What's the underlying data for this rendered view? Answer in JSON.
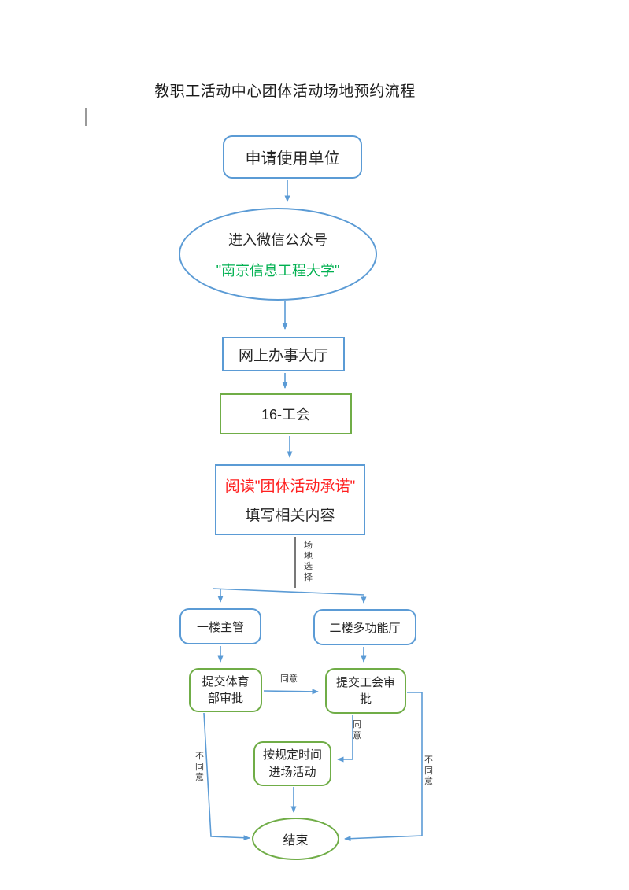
{
  "title": "教职工活动中心团体活动场地预约流程",
  "colors": {
    "blue": "#5B9BD5",
    "green": "#70AD47",
    "red_text": "#FF2020",
    "green_text": "#00B050",
    "dark_line": "#3F3F3F",
    "text": "#262626"
  },
  "nodes": {
    "applicant": {
      "label": "申请使用单位"
    },
    "wechat": {
      "line1": "进入微信公众号",
      "line2": "\"南京信息工程大学\""
    },
    "hall": {
      "label": "网上办事大厅"
    },
    "union16": {
      "label": "16-工会"
    },
    "read_fill": {
      "line1": "阅读\"团体活动承诺\"",
      "line2": "填写相关内容"
    },
    "floor1": {
      "label": "一楼主管"
    },
    "floor2": {
      "label": "二楼多功能厅"
    },
    "sports_approve": {
      "line1": "提交体育",
      "line2": "部审批"
    },
    "union_approve": {
      "line1": "提交工会审",
      "line2": "批"
    },
    "activity": {
      "line1": "按规定时间",
      "line2": "进场活动"
    },
    "end": {
      "label": "结束"
    }
  },
  "edge_labels": {
    "venue_select": "场地选择",
    "agree_right": "同意",
    "agree_down": "同意",
    "disagree_left": "不同意",
    "disagree_right": "不同意"
  }
}
